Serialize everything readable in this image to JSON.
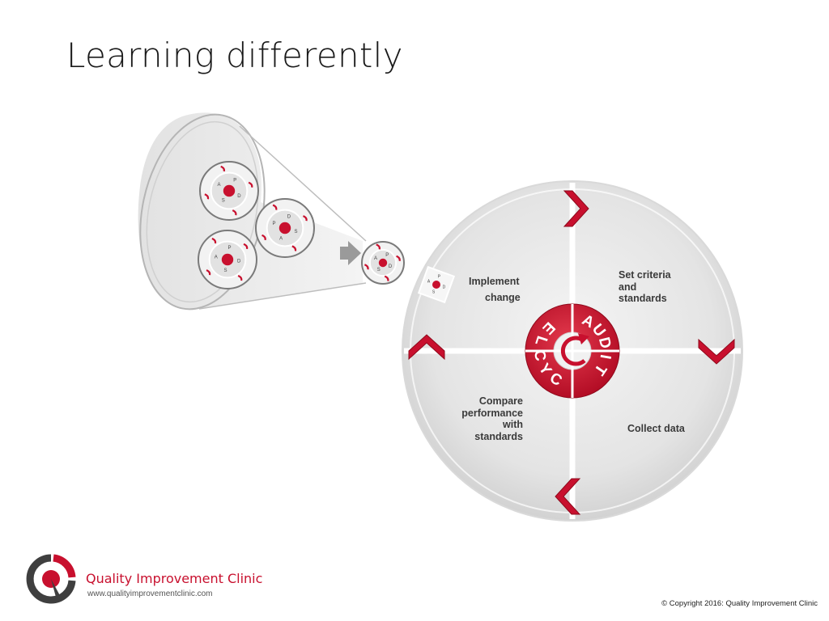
{
  "slide": {
    "title": "Learning differently"
  },
  "audit_cycle": {
    "center_ring_letters": [
      "A",
      "U",
      "D",
      "I",
      "T",
      "C",
      "Y",
      "C",
      "L",
      "E"
    ],
    "quadrants": {
      "top_left": [
        "Implement",
        "change"
      ],
      "top_right": [
        "Set criteria",
        "and",
        "standards"
      ],
      "bottom_left": [
        "Compare",
        "performance",
        "with",
        "standards"
      ],
      "bottom_right": [
        "Collect data"
      ]
    },
    "pdsa_letters": [
      "P",
      "D",
      "S",
      "A"
    ],
    "colors": {
      "accent": "#c8102e",
      "disc": "#e6e6e6",
      "funnel": "#efefef",
      "arrow": "#9a9a9a"
    }
  },
  "footer": {
    "brand": "Quality Improvement Clinic",
    "url": "www.qualityimprovementclinic.com",
    "copyright": "© Copyright 2016: Quality Improvement Clinic"
  }
}
